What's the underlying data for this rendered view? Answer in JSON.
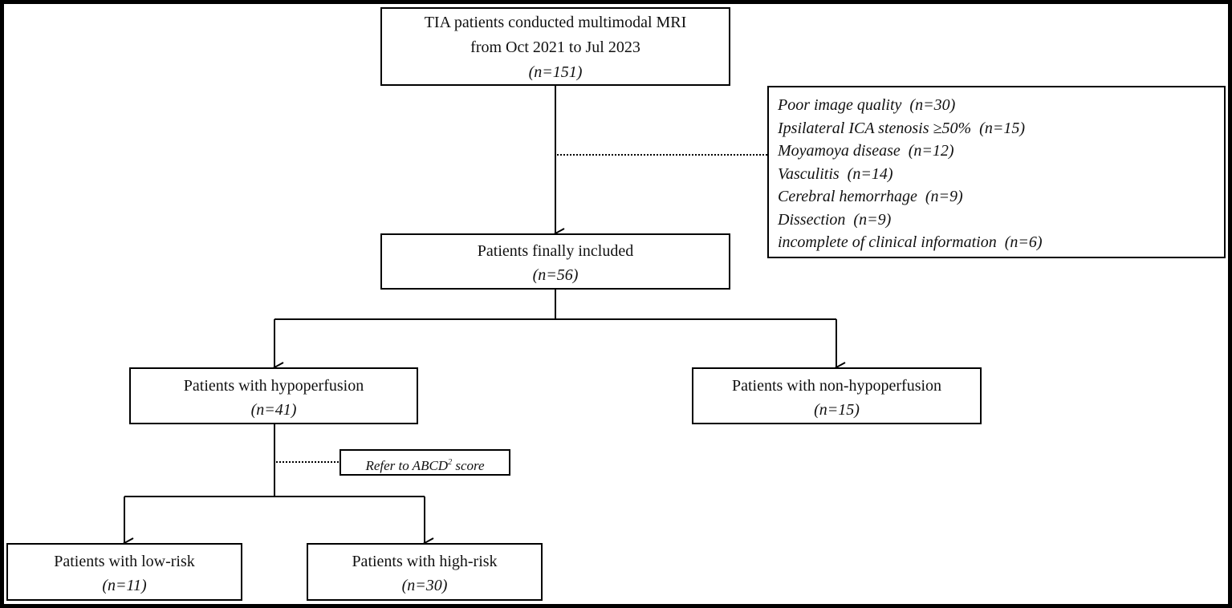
{
  "flowchart": {
    "start": {
      "line1": "TIA patients conducted multimodal MRI",
      "line2": "from Oct 2021 to Jul 2023",
      "count": "(n=151)"
    },
    "included": {
      "label": "Patients finally included",
      "count": "(n=56)"
    },
    "hypo": {
      "label": "Patients with hypoperfusion",
      "count": "(n=41)"
    },
    "nonhypo": {
      "label": "Patients with non-hypoperfusion",
      "count": "(n=15)"
    },
    "lowrisk": {
      "label": "Patients with low-risk",
      "count": "(n=11)"
    },
    "highrisk": {
      "label": "Patients with high-risk",
      "count": "(n=30)"
    },
    "exclusions": [
      "Poor image quality  (n=30)",
      "Ipsilateral ICA stenosis ≥50%  (n=15)",
      "Moyamoya disease  (n=12)",
      "Vasculitis  (n=14)",
      "Cerebral hemorrhage  (n=9)",
      "Dissection  (n=9)",
      "incomplete of clinical information  (n=6)"
    ],
    "abcd": {
      "prefix": "Refer to ABCD",
      "sup": "2",
      "suffix": " score"
    }
  }
}
